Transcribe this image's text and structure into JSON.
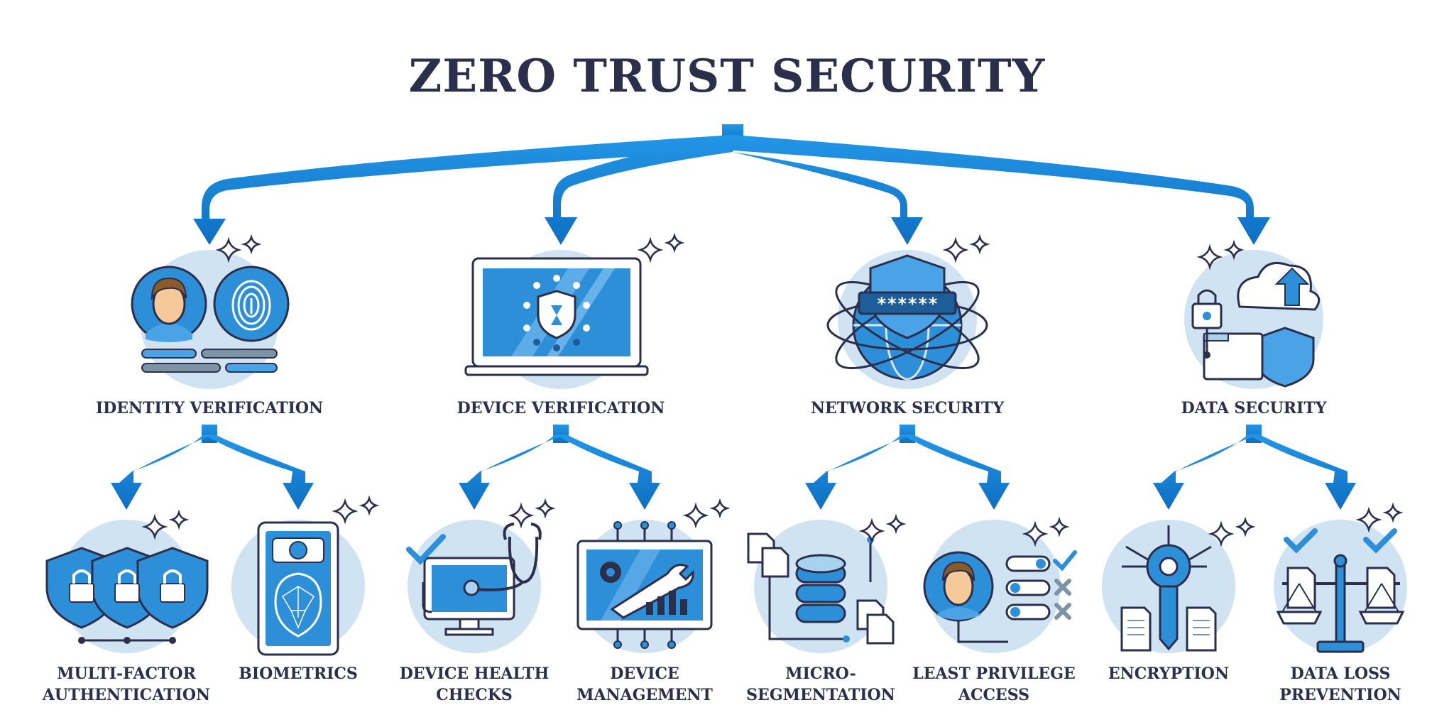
{
  "title": "ZERO TRUST SECURITY",
  "colors": {
    "arrow": "#1a7fd1",
    "arrow_light": "#4ea9e6",
    "circle": "#cfe3f3",
    "stroke": "#2b2f4c",
    "icon_blue": "#2e8fd9",
    "icon_light": "#a9d1f0",
    "hair": "#8b5a2b",
    "skin": "#f6c99b"
  },
  "categories": [
    {
      "label": "IDENTITY VERIFICATION",
      "icon": "identity-icon",
      "children": [
        {
          "line1": "MULTI-FACTOR",
          "line2": "AUTHENTICATION",
          "icon": "shields-lock-icon"
        },
        {
          "line1": "BIOMETRICS",
          "line2": "",
          "icon": "face-scan-phone-icon"
        }
      ]
    },
    {
      "label": "DEVICE VERIFICATION",
      "icon": "laptop-shield-icon",
      "children": [
        {
          "line1": "DEVICE HEALTH",
          "line2": "CHECKS",
          "icon": "stethoscope-monitor-icon"
        },
        {
          "line1": "DEVICE",
          "line2": "MANAGEMENT",
          "icon": "wrench-chip-icon"
        }
      ]
    },
    {
      "label": "NETWORK SECURITY",
      "icon": "globe-shield-password-icon",
      "password_mask": "******",
      "children": [
        {
          "line1": "MICRO-",
          "line2": "SEGMENTATION",
          "icon": "database-segments-icon"
        },
        {
          "line1": "LEAST PRIVILEGE",
          "line2": "ACCESS",
          "icon": "user-permissions-icon"
        }
      ]
    },
    {
      "label": "DATA SECURITY",
      "icon": "cloud-folder-lock-icon",
      "children": [
        {
          "line1": "ENCRYPTION",
          "line2": "",
          "icon": "key-documents-icon"
        },
        {
          "line1": "DATA LOSS",
          "line2": "PREVENTION",
          "icon": "scale-documents-icon"
        }
      ]
    }
  ]
}
